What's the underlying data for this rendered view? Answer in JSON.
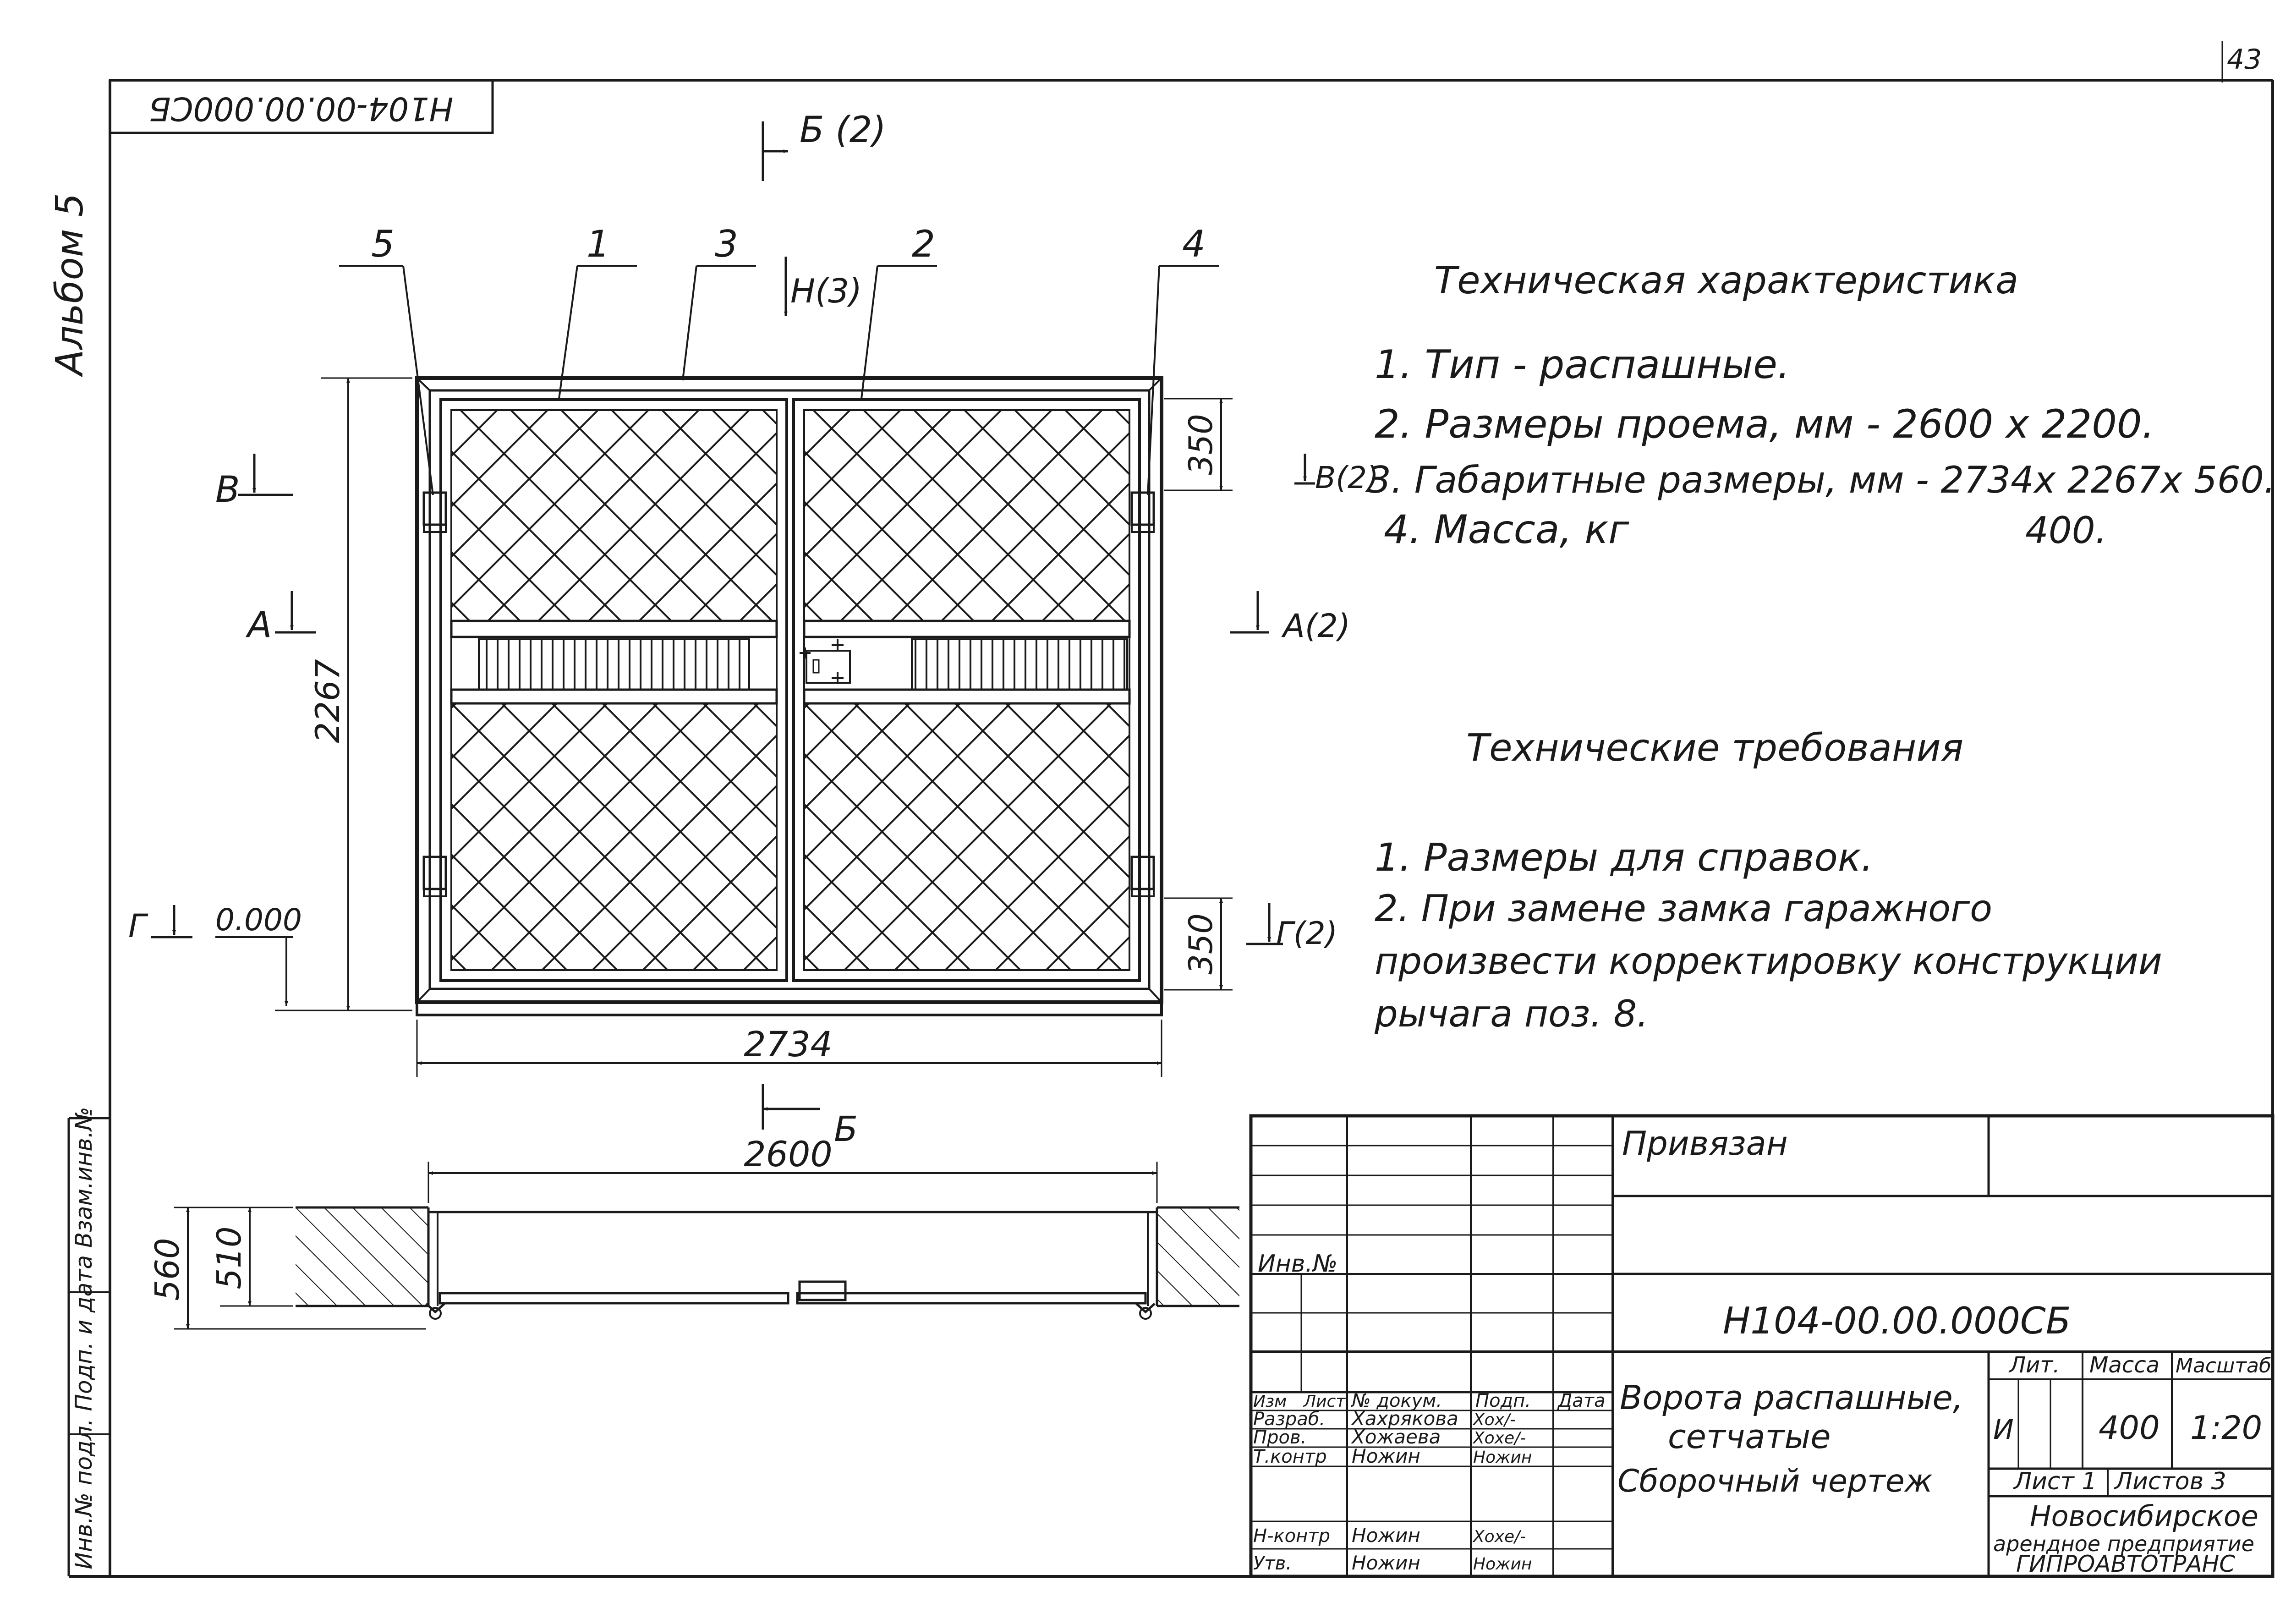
{
  "page_number": "43",
  "album": "Альбом 5",
  "document_code_rotated": "Н104-00.00.000СБ",
  "section_markers": {
    "b_top": "Б (2)",
    "b_bottom": "Б",
    "n": "Н(3)",
    "v_left": "В",
    "v_right": "В(2)",
    "a_left": "А",
    "a_right": "А(2)",
    "g_left": "Г",
    "g_right": "Г(2)"
  },
  "position_callouts": [
    "5",
    "1",
    "3",
    "2",
    "4"
  ],
  "elevation_label": "0.000",
  "gate_mesh": "diagonal wire mesh",
  "dimensions": {
    "overall_width": "2734",
    "overall_height": "2267",
    "top_hinge_offset": "350",
    "bottom_hinge_offset": "350",
    "opening_width": "2600",
    "depth_total": "560",
    "depth_frame": "510"
  },
  "tech_characteristics": {
    "title": "Техническая характеристика",
    "items": [
      "1. Тип - распашные.",
      "2. Размеры проема, мм - 2600 х 2200.",
      "3. Габаритные размеры, мм - 2734х 2267х 560.",
      "4. Масса, кг"
    ],
    "mass_value": "400."
  },
  "tech_requirements": {
    "title": "Технические требования",
    "items": [
      "1. Размеры для справок.",
      "2. При замене замка гаражного",
      "произвести корректировку конструкции",
      "рычага поз. 8."
    ]
  },
  "side_stamp": "Инв.№ подл. Подп. и дата Взам.инв.№",
  "title_block": {
    "privyazan": "Привязан",
    "inv_no": "Инв.№",
    "designation": "Н104-00.00.000СБ",
    "column_headers": [
      "Изм",
      "Лист",
      "№ докум.",
      "Подп.",
      "Дата"
    ],
    "rows": [
      {
        "role": "Разраб.",
        "name": "Хахрякова",
        "sign": "Хох/-"
      },
      {
        "role": "Пров.",
        "name": "Хожаева",
        "sign": "Хохе/-"
      },
      {
        "role": "Т.контр",
        "name": "Ножин",
        "sign": "Ножин"
      },
      {
        "role": "Н-контр",
        "name": "Ножин",
        "sign": "Хохе/-"
      },
      {
        "role": "Утв.",
        "name": "Ножин",
        "sign": "Ножин"
      }
    ],
    "product_name": [
      "Ворота распашные,",
      "сетчатые"
    ],
    "doc_type": "Сборочный чертеж",
    "lit_label": "Лит.",
    "mass_label": "Масса",
    "scale_label": "Масштаб",
    "lit_value": "И",
    "mass_value": "400",
    "scale_value": "1:20",
    "sheet_label": "Лист 1",
    "sheets_label": "Листов 3",
    "org": [
      "Новосибирское",
      "арендное предприятие",
      "ГИПРОАВТОТРАНС"
    ]
  }
}
